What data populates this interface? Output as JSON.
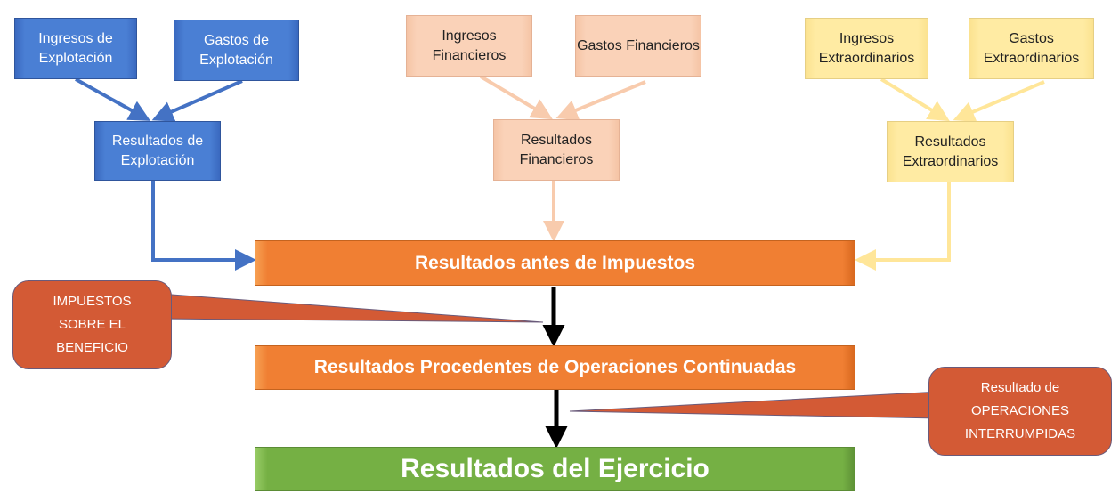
{
  "explotacion": {
    "ingresos": "Ingresos de Explotación",
    "gastos": "Gastos de Explotación",
    "resultados": "Resultados de Explotación"
  },
  "financieros": {
    "ingresos": "Ingresos Financieros",
    "gastos": "Gastos Financieros",
    "resultados": "Resultados Financieros"
  },
  "extraordinarios": {
    "ingresos": "Ingresos Extraordinarios",
    "gastos": "Gastos Extraordinarios",
    "resultados": "Resultados Extraordinarios"
  },
  "main": {
    "antes_impuestos": "Resultados antes de Impuestos",
    "operaciones_continuadas": "Resultados Procedentes de Operaciones Continuadas",
    "ejercicio": "Resultados del Ejercicio"
  },
  "callouts": {
    "impuestos": "IMPUESTOS SOBRE EL BENEFICIO",
    "interrumpidas": "Resultado de OPERACIONES INTERRUMPIDAS"
  },
  "colors": {
    "blue": "#4a7fd4",
    "peach": "#fad2b8",
    "yellow": "#ffeba3",
    "orange": "#f07f33",
    "green": "#75b044",
    "callout": "#d35a35"
  }
}
